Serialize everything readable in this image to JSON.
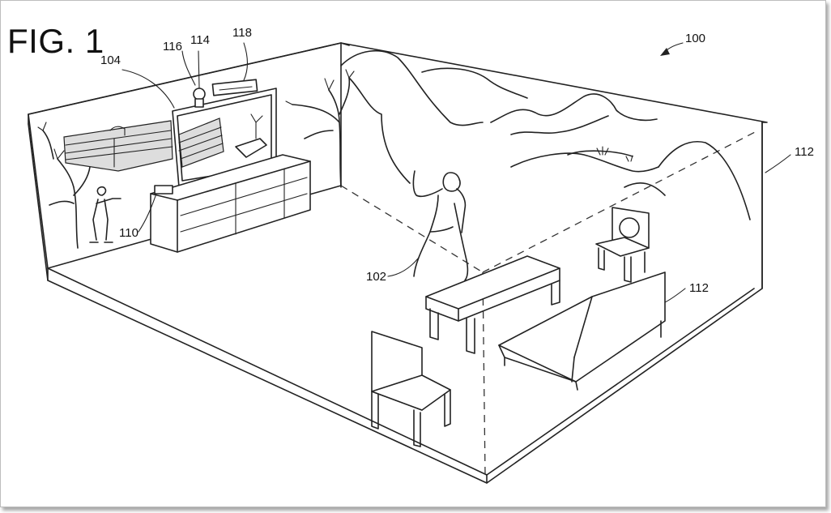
{
  "figure": {
    "title": "FIG. 1",
    "reference_numerals": {
      "system": "100",
      "user": "102",
      "display": "104",
      "console": "110",
      "environment_left": "112",
      "environment_right": "112",
      "camera": "114",
      "light": "116",
      "sensor_bar": "118"
    }
  },
  "colors": {
    "line": "#222222",
    "background": "#ffffff",
    "brick": "#dddddd"
  }
}
